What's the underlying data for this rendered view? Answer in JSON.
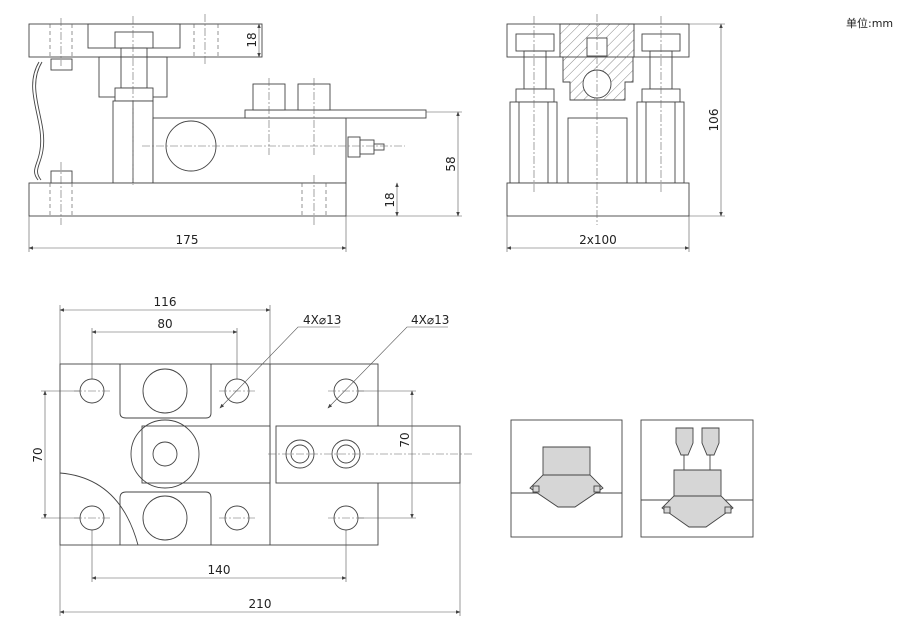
{
  "unit_label": "单位:mm",
  "side_view": {
    "dim_top_plate": "18",
    "dim_base_plate": "18",
    "dim_height": "58",
    "dim_length": "175"
  },
  "front_view": {
    "dim_height": "106",
    "dim_width": "2x100"
  },
  "plan_view": {
    "dim_116": "116",
    "dim_80": "80",
    "dim_70_left": "70",
    "dim_70_right": "70",
    "dim_140": "140",
    "dim_210": "210",
    "hole_callout_left": "4X⌀13",
    "hole_callout_right": "4X⌀13"
  },
  "colors": {
    "line": "#444444",
    "fill_grey": "#d6d6d6"
  }
}
